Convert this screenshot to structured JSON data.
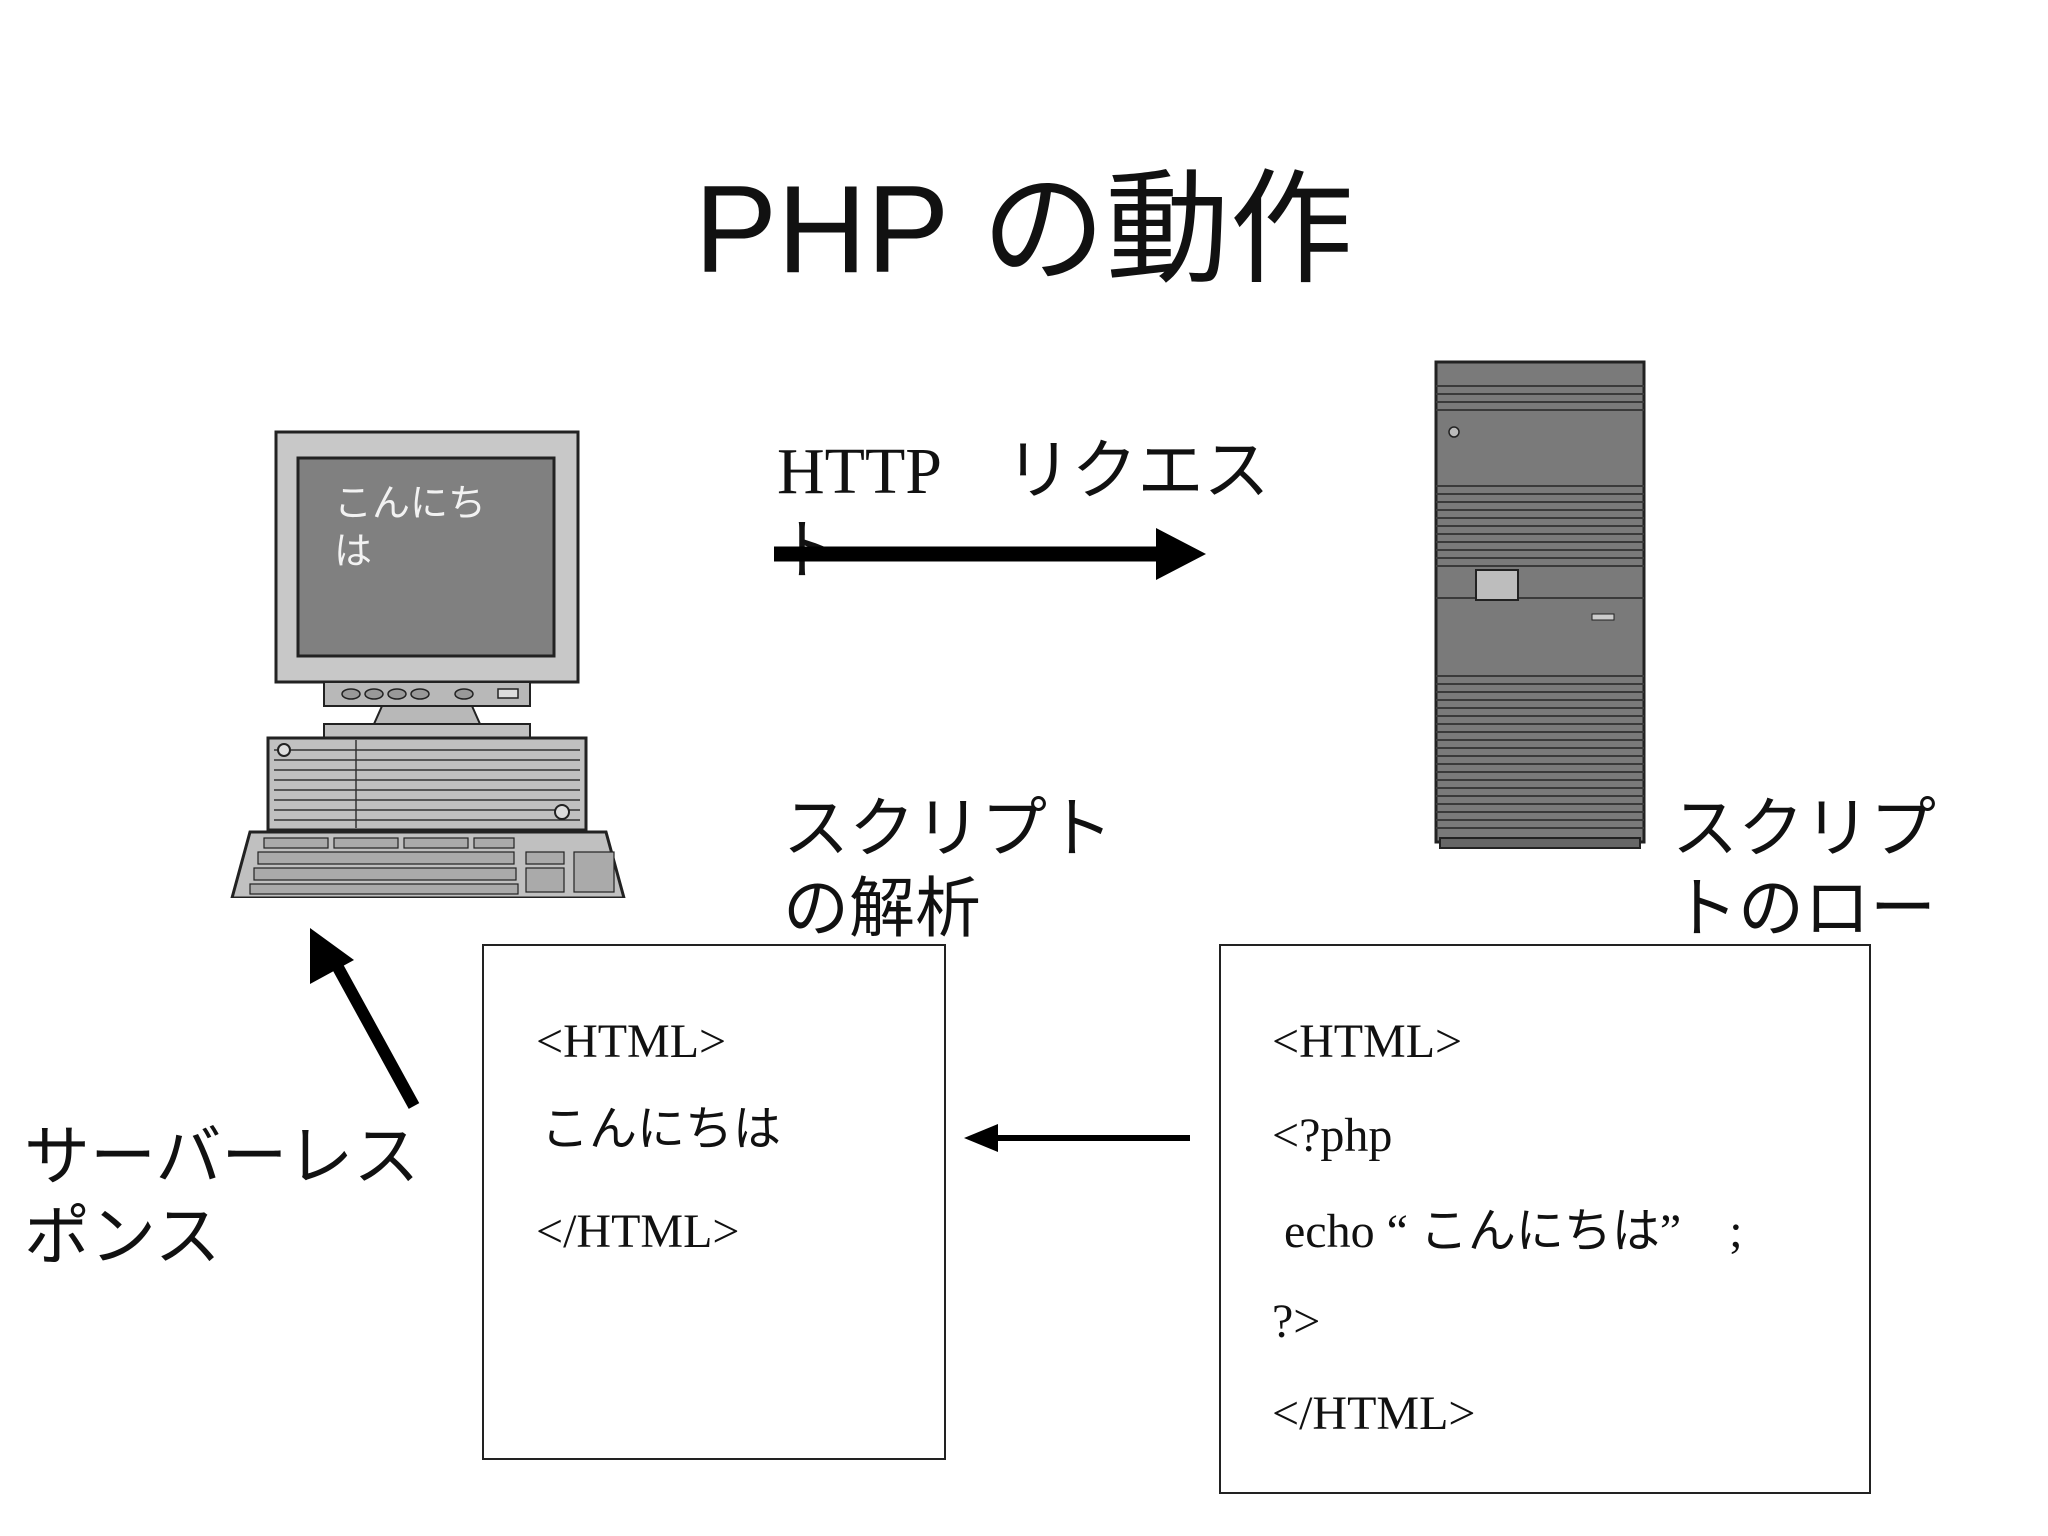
{
  "slide": {
    "title": "PHP の動作",
    "request_label": "HTTP　リクエスト",
    "parse_label": "スクリプトの解析",
    "load_label": "スクリプトのロード",
    "response_label": "サーバーレスポンス"
  },
  "client_screen": {
    "text": "こんにち\nは"
  },
  "output_box": {
    "lines": [
      "<HTML>",
      "こんにちは",
      "</HTML>"
    ]
  },
  "source_box": {
    "lines": [
      "<HTML>",
      "<?php",
      " echo “ こんにちは”　;",
      "?>",
      "</HTML>"
    ]
  },
  "icons": [
    "desktop-computer-icon",
    "tower-server-icon"
  ],
  "colors": {
    "screen": "#808080",
    "monitor_frame": "#c8c8c8",
    "server": "#777777",
    "line": "#000000"
  }
}
